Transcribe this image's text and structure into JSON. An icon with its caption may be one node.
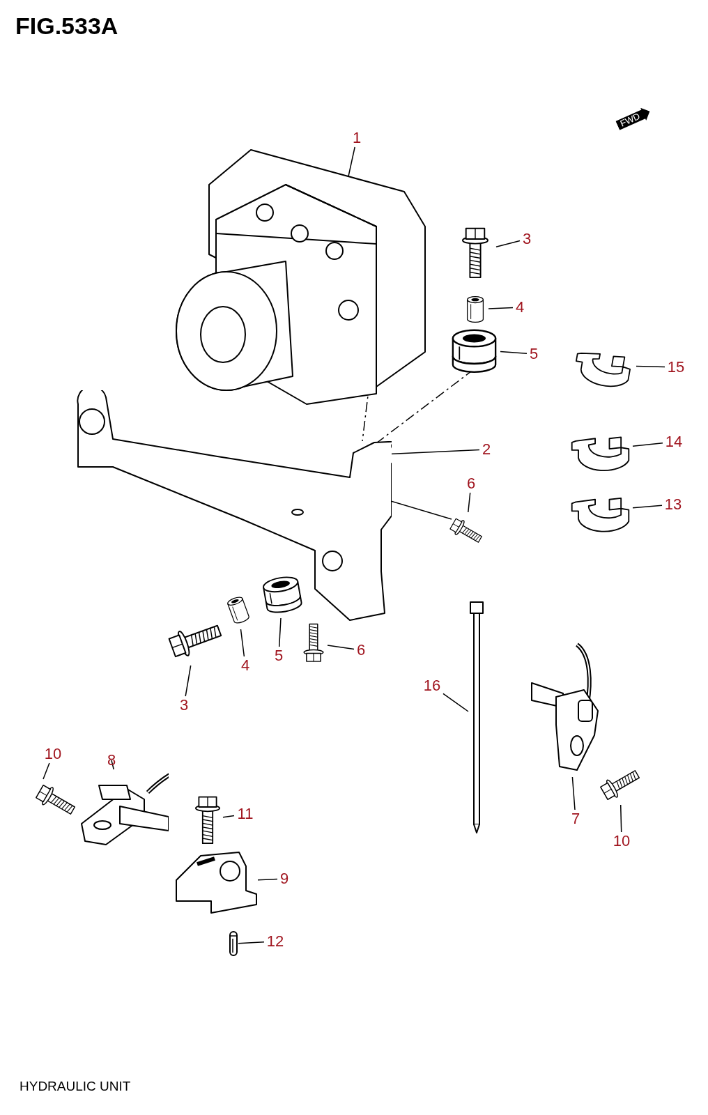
{
  "diagram": {
    "title": "FIG.533A",
    "caption": "HYDRAULIC UNIT",
    "nodes": [
      {
        "text": [
          "1"
        ]
      },
      {
        "text": [],
        "shape": "picture"
      },
      {
        "text": [
          "3"
        ]
      },
      {
        "text": [],
        "shape": "picture"
      },
      {
        "text": [
          "4"
        ]
      },
      {
        "text": [],
        "shape": "picture"
      },
      {
        "text": [
          "5"
        ]
      },
      {
        "text": [],
        "shape": "picture"
      },
      {
        "text": [
          "15"
        ]
      },
      {
        "text": [],
        "shape": "picture"
      },
      {
        "text": [
          "2"
        ]
      },
      {
        "text": [],
        "shape": "picture"
      },
      {
        "text": [
          "14"
        ]
      },
      {
        "text": [],
        "shape": "picture"
      },
      {
        "text": [
          "6"
        ]
      },
      {
        "text": [],
        "shape": "picture"
      },
      {
        "text": [
          "13"
        ]
      },
      {
        "text": [],
        "shape": "picture"
      },
      {
        "text": [
          "3"
        ]
      },
      {
        "text": [],
        "shape": "picture"
      },
      {
        "text": [
          "4"
        ]
      },
      {
        "text": [],
        "shape": "picture"
      },
      {
        "text": [
          "5"
        ]
      },
      {
        "text": [],
        "shape": "picture"
      },
      {
        "text": [
          "6"
        ]
      },
      {
        "text": [],
        "shape": "picture"
      },
      {
        "text": [
          "16"
        ]
      },
      {
        "text": [],
        "shape": "picture"
      },
      {
        "text": [
          "7"
        ]
      },
      {
        "text": [],
        "shape": "picture"
      },
      {
        "text": [
          "10"
        ]
      },
      {
        "text": [],
        "shape": "picture"
      },
      {
        "text": [
          "10"
        ]
      },
      {
        "text": [],
        "shape": "picture"
      },
      {
        "text": [
          "8"
        ]
      },
      {
        "text": [],
        "shape": "picture"
      },
      {
        "text": [
          "11"
        ]
      },
      {
        "text": [],
        "shape": "picture"
      },
      {
        "text": [
          "9"
        ]
      },
      {
        "text": [],
        "shape": "picture"
      },
      {
        "text": [
          "12"
        ]
      },
      {
        "text": [],
        "shape": "picture"
      }
    ],
    "edges": [
      {
        "from": 0,
        "to": 1,
        "arrow": "none"
      },
      {
        "from": 2,
        "to": 3,
        "arrow": "none"
      },
      {
        "from": 4,
        "to": 5,
        "arrow": "none"
      },
      {
        "from": 6,
        "to": 7,
        "arrow": "none"
      },
      {
        "from": 8,
        "to": 9,
        "arrow": "none"
      },
      {
        "from": 10,
        "to": 11,
        "arrow": "none"
      },
      {
        "from": 12,
        "to": 13,
        "arrow": "none"
      },
      {
        "from": 14,
        "to": 15,
        "arrow": "none"
      },
      {
        "from": 16,
        "to": 17,
        "arrow": "none"
      },
      {
        "from": 18,
        "to": 19,
        "arrow": "none"
      },
      {
        "from": 20,
        "to": 21,
        "arrow": "none"
      },
      {
        "from": 22,
        "to": 23,
        "arrow": "none"
      },
      {
        "from": 24,
        "to": 25,
        "arrow": "none"
      },
      {
        "from": 26,
        "to": 27,
        "arrow": "none"
      },
      {
        "from": 28,
        "to": 29,
        "arrow": "none"
      },
      {
        "from": 30,
        "to": 31,
        "arrow": "none"
      },
      {
        "from": 32,
        "to": 33,
        "arrow": "none"
      },
      {
        "from": 34,
        "to": 35,
        "arrow": "none"
      },
      {
        "from": 36,
        "to": 37,
        "arrow": "none"
      },
      {
        "from": 38,
        "to": 39,
        "arrow": "none"
      },
      {
        "from": 40,
        "to": 41,
        "arrow": "none"
      },
      {
        "from": 1,
        "to": 11,
        "arrow": "none",
        "style": "dashed"
      },
      {
        "from": 7,
        "to": 11,
        "arrow": "none",
        "style": "dashed"
      },
      {
        "from": 11,
        "to": 15,
        "arrow": "none"
      }
    ],
    "labels": [
      "FWD"
    ]
  }
}
